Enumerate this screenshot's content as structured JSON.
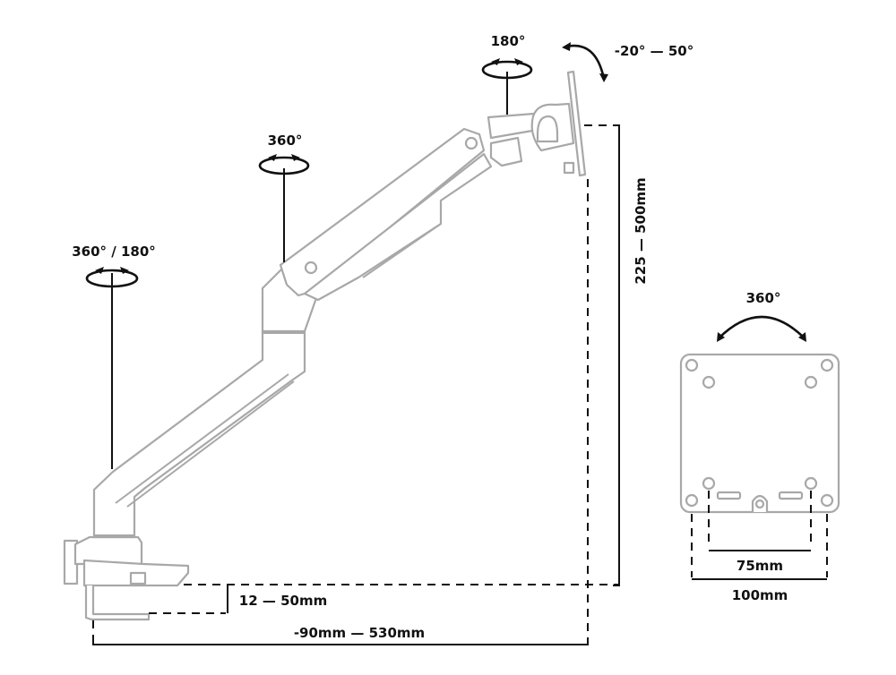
{
  "diagram": {
    "subject": "Monitor arm with adjustment ranges",
    "labels": {
      "base_rotation": "360° / 180°",
      "elbow_rotation": "360°",
      "head_rotation": "180°",
      "tilt_range": "-20° — 50°",
      "height_range": "225 — 500mm",
      "clamp_thickness": "12 — 50mm",
      "reach_range": "-90mm — 530mm",
      "vesa_rotation": "360°",
      "vesa_small": "75mm",
      "vesa_large": "100mm"
    },
    "colors": {
      "outline": "#a8a8a8",
      "annotation": "#111111",
      "background": "#ffffff"
    }
  }
}
